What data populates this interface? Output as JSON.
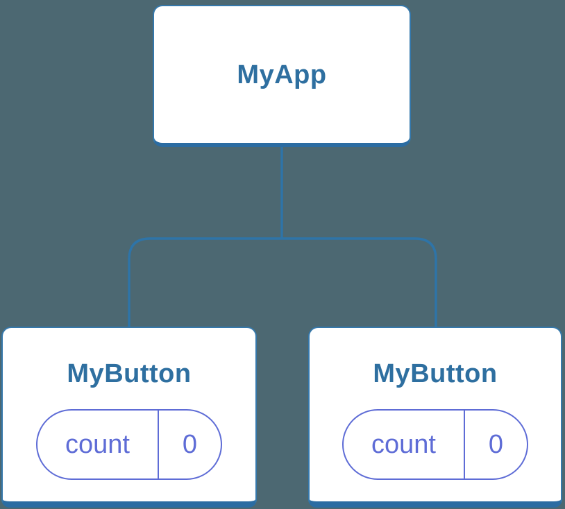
{
  "diagram": {
    "type": "component-tree",
    "root": {
      "label": "MyApp"
    },
    "children": [
      {
        "label": "MyButton",
        "state": {
          "key": "count",
          "value": "0"
        }
      },
      {
        "label": "MyButton",
        "state": {
          "key": "count",
          "value": "0"
        }
      }
    ],
    "colors": {
      "background": "#4C6872",
      "connector": "#2E74A8",
      "node_border": "#3578AB",
      "node_border_heavy": "#2B6CA2",
      "node_fill": "#FFFFFF",
      "node_title": "#2E6FA0",
      "state_accent": "#5E6CD6"
    }
  }
}
